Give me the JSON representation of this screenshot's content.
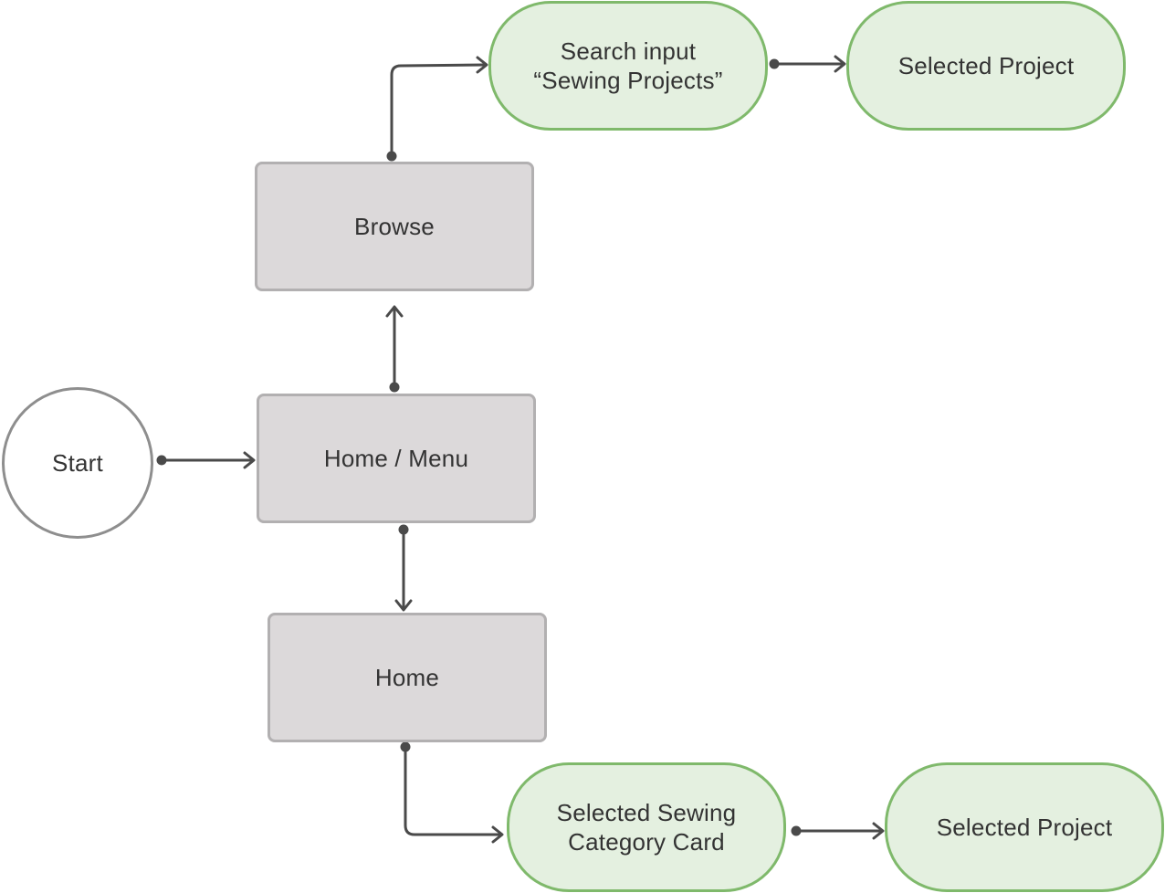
{
  "diagram": {
    "type": "flowchart",
    "colors": {
      "process_fill": "#dcd9da",
      "process_border": "#b2b0b1",
      "terminal_fill": "#e4f0e0",
      "terminal_border": "#7fb96b",
      "start_border": "#8e8e8e",
      "connector": "#4a4a4a"
    },
    "nodes": {
      "start": {
        "label": "Start",
        "shape": "circle"
      },
      "home_menu": {
        "label": "Home / Menu",
        "shape": "rectangle"
      },
      "browse": {
        "label": "Browse",
        "shape": "rectangle"
      },
      "home": {
        "label": "Home",
        "shape": "rectangle"
      },
      "search_input": {
        "line1": "Search input",
        "line2": "“Sewing Projects”",
        "shape": "pill"
      },
      "selected_project_top": {
        "label": "Selected Project",
        "shape": "pill"
      },
      "sewing_category": {
        "line1": "Selected Sewing",
        "line2": "Category Card",
        "shape": "pill"
      },
      "selected_project_bottom": {
        "label": "Selected Project",
        "shape": "pill"
      }
    },
    "edges": [
      {
        "from": "start",
        "to": "home_menu"
      },
      {
        "from": "home_menu",
        "to": "browse"
      },
      {
        "from": "home_menu",
        "to": "home"
      },
      {
        "from": "browse",
        "to": "search_input"
      },
      {
        "from": "search_input",
        "to": "selected_project_top"
      },
      {
        "from": "home",
        "to": "sewing_category"
      },
      {
        "from": "sewing_category",
        "to": "selected_project_bottom"
      }
    ]
  }
}
